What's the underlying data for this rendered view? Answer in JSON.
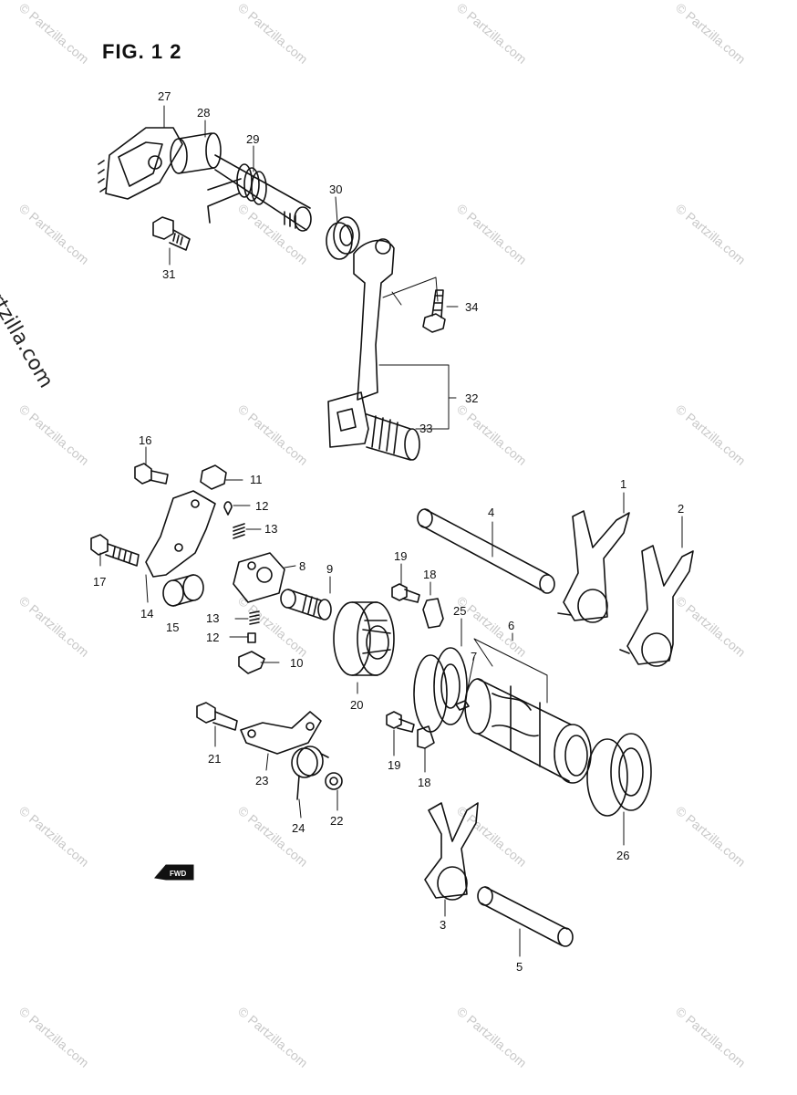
{
  "figure": {
    "title": "FIG. 1 2"
  },
  "watermark": {
    "text": "© Partzilla.com",
    "side_text": "© Partzilla.com",
    "color": "#c8c8c8"
  },
  "fwd_badge": "FWD",
  "footer": {
    "line1": "",
    "line2": ""
  },
  "callouts": [
    {
      "id": "c27",
      "text": "27"
    },
    {
      "id": "c28",
      "text": "28"
    },
    {
      "id": "c29",
      "text": "29"
    },
    {
      "id": "c30",
      "text": "30"
    },
    {
      "id": "c31",
      "text": "31"
    },
    {
      "id": "c34",
      "text": "34"
    },
    {
      "id": "c32",
      "text": "32"
    },
    {
      "id": "c33",
      "text": "33"
    },
    {
      "id": "c16",
      "text": "16"
    },
    {
      "id": "c11",
      "text": "11"
    },
    {
      "id": "c12a",
      "text": "12"
    },
    {
      "id": "c13a",
      "text": "13"
    },
    {
      "id": "c17",
      "text": "17"
    },
    {
      "id": "c8",
      "text": "8"
    },
    {
      "id": "c9",
      "text": "9"
    },
    {
      "id": "c19a",
      "text": "19"
    },
    {
      "id": "c18a",
      "text": "18"
    },
    {
      "id": "c4",
      "text": "4"
    },
    {
      "id": "c1",
      "text": "1"
    },
    {
      "id": "c2",
      "text": "2"
    },
    {
      "id": "c14",
      "text": "14"
    },
    {
      "id": "c15",
      "text": "15"
    },
    {
      "id": "c13b",
      "text": "13"
    },
    {
      "id": "c12b",
      "text": "12"
    },
    {
      "id": "c10",
      "text": "10"
    },
    {
      "id": "c20",
      "text": "20"
    },
    {
      "id": "c25",
      "text": "25"
    },
    {
      "id": "c6",
      "text": "6"
    },
    {
      "id": "c7",
      "text": "7"
    },
    {
      "id": "c21",
      "text": "21"
    },
    {
      "id": "c23",
      "text": "23"
    },
    {
      "id": "c24",
      "text": "24"
    },
    {
      "id": "c22",
      "text": "22"
    },
    {
      "id": "c19b",
      "text": "19"
    },
    {
      "id": "c18b",
      "text": "18"
    },
    {
      "id": "c26",
      "text": "26"
    },
    {
      "id": "c3",
      "text": "3"
    },
    {
      "id": "c5",
      "text": "5"
    }
  ]
}
